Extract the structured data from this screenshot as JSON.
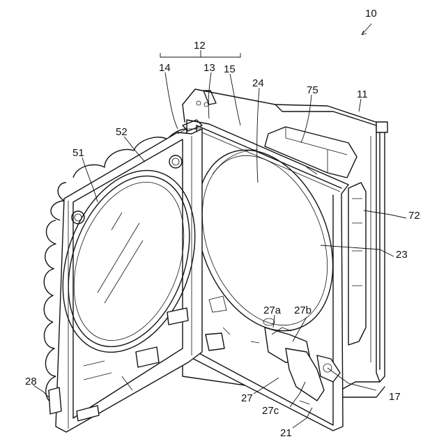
{
  "figure": {
    "labels": {
      "l10": "10",
      "l12": "12",
      "l14": "14",
      "l13": "13",
      "l15": "15",
      "l24": "24",
      "l75": "75",
      "l11": "11",
      "l52": "52",
      "l51": "51",
      "l72": "72",
      "l23": "23",
      "l27a": "27a",
      "l27b": "27b",
      "l28": "28",
      "l27": "27",
      "l27c": "27c",
      "l17": "17",
      "l21": "21"
    }
  }
}
